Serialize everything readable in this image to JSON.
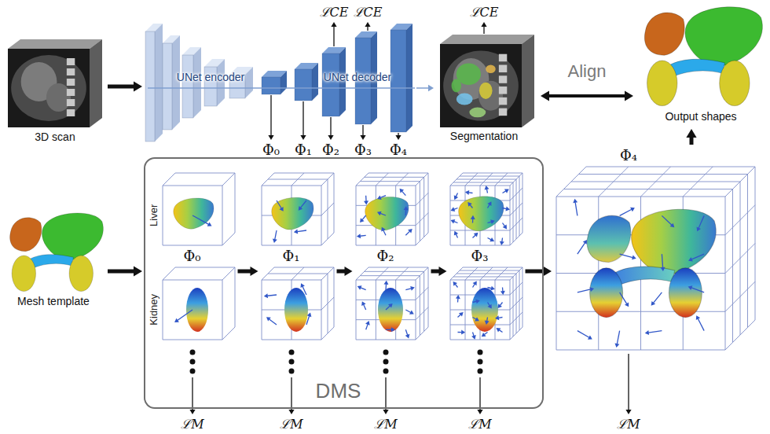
{
  "diagram": {
    "nodes": [
      {
        "text": [
          "3D scan"
        ]
      },
      {
        "text": [
          "UNet encoder"
        ]
      },
      {
        "text": [
          "UNet decoder"
        ]
      },
      {
        "text": [
          "Segmentation"
        ]
      },
      {
        "text": [
          "Output shapes"
        ]
      },
      {
        "text": [
          "Mesh template"
        ]
      },
      {
        "text": [
          "DMS"
        ]
      },
      {
        "text": [
          "Φ₀"
        ],
        "in": 6
      },
      {
        "text": [
          "Φ₁"
        ],
        "in": 6
      },
      {
        "text": [
          "Φ₂"
        ],
        "in": 6
      },
      {
        "text": [
          "Φ₃"
        ],
        "in": 6
      },
      {
        "text": [
          "Φ₄"
        ]
      }
    ],
    "edges": [
      {
        "from": 0,
        "to": 1,
        "arrow": "to"
      },
      {
        "from": 2,
        "to": 3,
        "arrow": "to"
      },
      {
        "from": 3,
        "to": 4,
        "label": "Align",
        "arrow": "both"
      },
      {
        "from": 5,
        "to": 6,
        "arrow": "to"
      },
      {
        "from": 7,
        "to": 8,
        "arrow": "to"
      },
      {
        "from": 8,
        "to": 9,
        "arrow": "to"
      },
      {
        "from": 9,
        "to": 10,
        "arrow": "to"
      },
      {
        "from": 10,
        "to": 11,
        "arrow": "to"
      },
      {
        "from": 11,
        "to": 4,
        "arrow": "to"
      }
    ],
    "labels": [
      "ℒCE",
      "ℒCE",
      "ℒCE",
      "Φ₀",
      "Φ₁",
      "Φ₂",
      "Φ₃",
      "Φ₄",
      "Liver",
      "Kidney",
      "ℒM",
      "ℒM",
      "ℒM",
      "ℒM",
      "ℒM"
    ]
  }
}
